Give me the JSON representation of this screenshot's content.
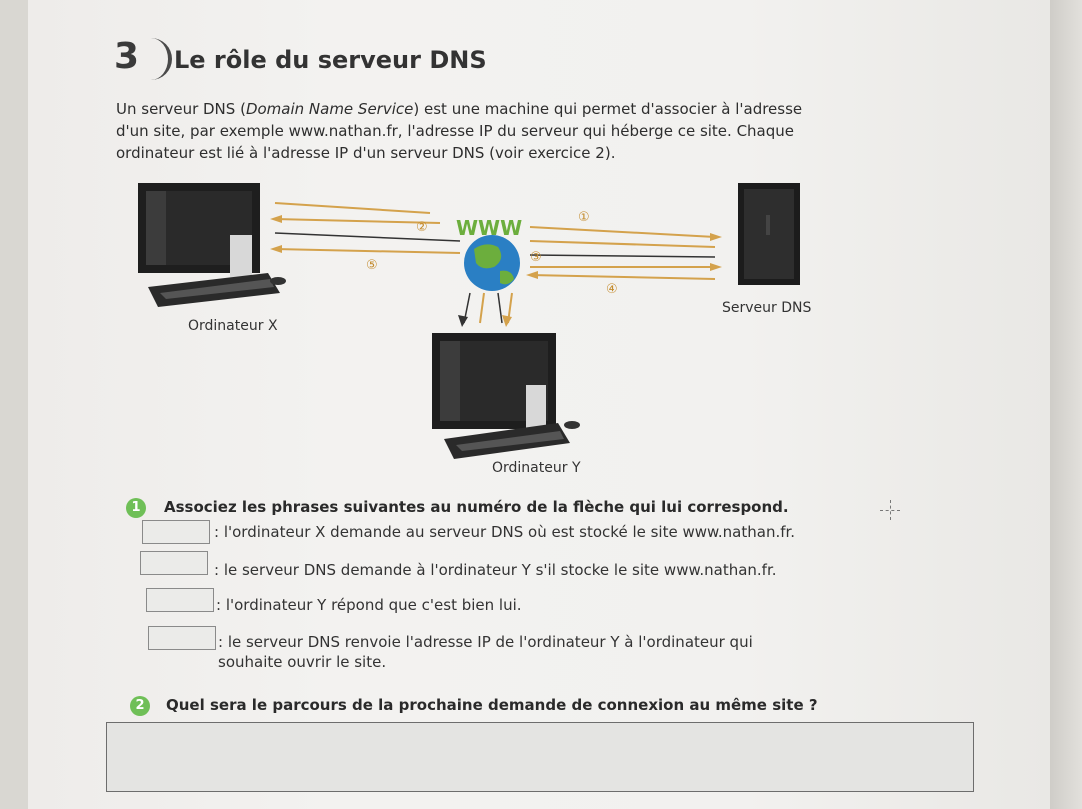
{
  "section": {
    "number": "3",
    "title": "Le rôle du serveur DNS"
  },
  "intro": {
    "part1": "Un serveur DNS (",
    "italic": "Domain Name Service",
    "part2": ") est une machine qui permet d'associer à l'adresse d'un site, par exemple www.nathan.fr, l'adresse IP du serveur qui héberge ce site. Chaque ordinateur est lié à l'adresse IP d'un serveur DNS (voir exercice 2)."
  },
  "diagram": {
    "label_x": "Ordinateur X",
    "label_y": "Ordinateur Y",
    "label_dns": "Serveur DNS",
    "www": "WWW",
    "arrows": [
      "①",
      "②",
      "③",
      "④",
      "⑤"
    ]
  },
  "question1": {
    "badge": "1",
    "text": "Associez les phrases suivantes au numéro de la flèche qui lui correspond.",
    "answers": [
      ": l'ordinateur X demande au serveur DNS où est stocké le site www.nathan.fr.",
      ": le serveur DNS demande à l'ordinateur Y s'il stocke le site www.nathan.fr.",
      ": l'ordinateur Y répond que c'est bien lui.",
      ": le serveur DNS renvoie l'adresse IP de l'ordinateur Y à l'ordinateur qui souhaite ouvrir le site."
    ]
  },
  "question2": {
    "badge": "2",
    "text": "Quel sera le parcours de la prochaine demande de connexion au même site ?"
  },
  "colors": {
    "badge": "#6fbf57",
    "arrow": "#d4a24c",
    "globe_ocean": "#2a7fc4",
    "globe_land": "#6cae3d"
  }
}
